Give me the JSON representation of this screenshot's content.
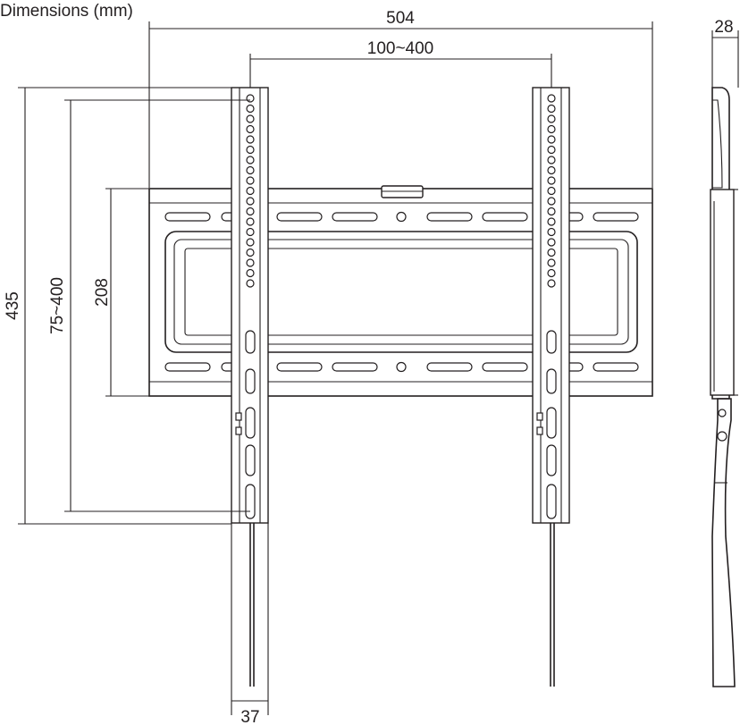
{
  "title": "Dimensions (mm)",
  "dimensions": {
    "overall_width": "504",
    "vesa_horizontal": "100~400",
    "depth": "28",
    "overall_height": "435",
    "vesa_vertical": "75~400",
    "plate_height": "208",
    "arm_width": "37"
  }
}
